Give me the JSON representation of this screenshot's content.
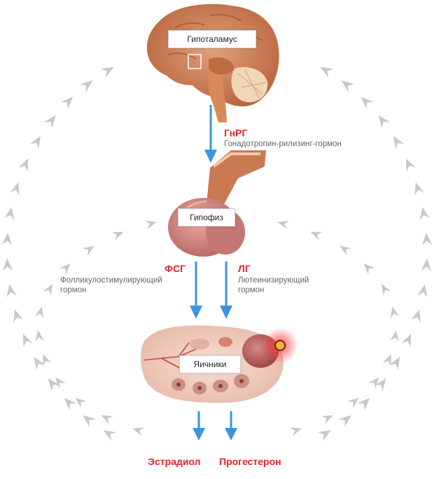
{
  "organs": {
    "hypothalamus": "Гипоталамус",
    "pituitary": "Гипофиз",
    "ovaries": "Яичники"
  },
  "hormones": {
    "gnrh": {
      "abbr": "ГнРГ",
      "full": "Гонадотропин-рилизинг-гормон"
    },
    "fsh": {
      "abbr": "ФСГ",
      "line1": "Фолликулостимулирующий",
      "line2": "гормон"
    },
    "lh": {
      "abbr": "ЛГ",
      "line1": "Лютеинизирующий",
      "line2": "гормон"
    }
  },
  "outputs": {
    "estradiol": "Эстрадиол",
    "progesterone": "Прогестерон"
  },
  "colors": {
    "arrow_blue": "#3d93de",
    "hormone_red": "#e0242c",
    "feedback_gray": "#c8c8c8"
  }
}
